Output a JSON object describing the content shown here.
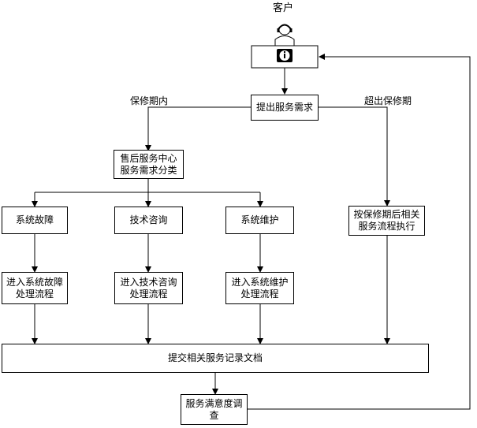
{
  "client": {
    "label": "客户"
  },
  "nodes": {
    "request": "提出服务需求",
    "center": [
      "售后服务中心",
      "服务需求分类"
    ],
    "fault": "系统故障",
    "consult": "技术咨询",
    "maint": "系统维护",
    "fault_proc": [
      "进入系统故障",
      "处理流程"
    ],
    "consult_proc": [
      "进入技术咨询",
      "处理流程"
    ],
    "maint_proc": [
      "进入系统维护",
      "处理流程"
    ],
    "warranty_out_proc": [
      "按保修期后相关",
      "服务流程执行"
    ],
    "submit": "提交相关服务记录文档",
    "survey": [
      "服务满意度调",
      "查"
    ]
  },
  "edge_labels": {
    "in_warranty": "保修期内",
    "out_warranty": "超出保修期"
  },
  "icons": [
    "customer-service-icon",
    "info-icon"
  ]
}
